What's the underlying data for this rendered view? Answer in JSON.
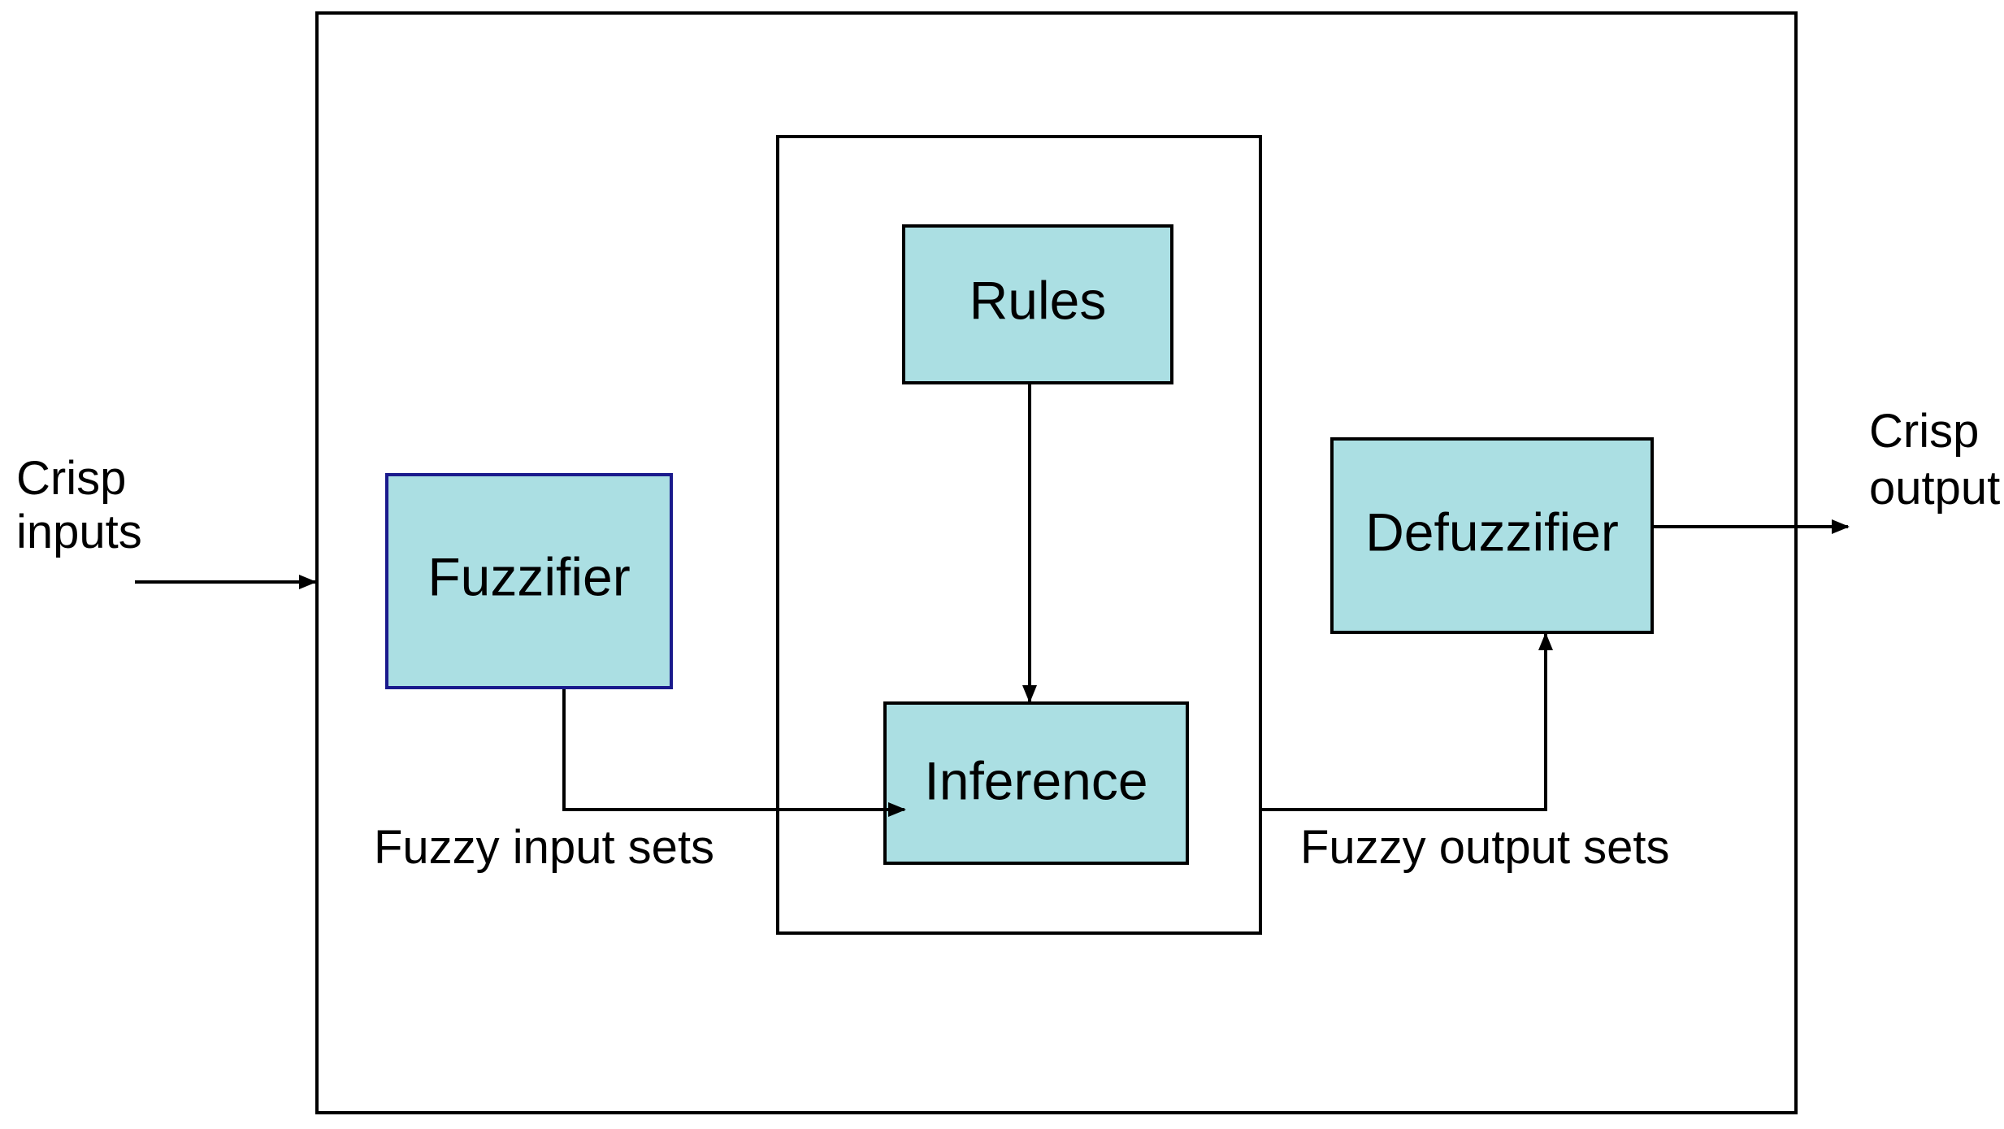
{
  "diagram": {
    "blocks": {
      "fuzzifier": "Fuzzifier",
      "rules": "Rules",
      "inference": "Inference",
      "defuzzifier": "Defuzzifier"
    },
    "labels": {
      "crisp_inputs_line1": "Crisp",
      "crisp_inputs_line2": "inputs",
      "crisp_output_line1": "Crisp",
      "crisp_output_line2": "output",
      "fuzzy_input_sets": "Fuzzy input sets",
      "fuzzy_output_sets": "Fuzzy output sets"
    },
    "colors": {
      "block_fill": "#ABDFE3",
      "fuzzifier_border": "#1A1A8C",
      "line": "#000000"
    }
  }
}
